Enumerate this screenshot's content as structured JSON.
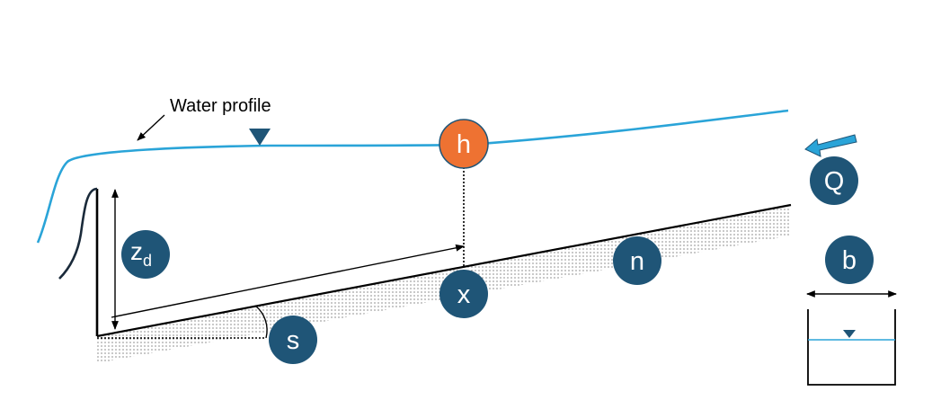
{
  "annotation": {
    "text": "Water profile"
  },
  "variables": {
    "h": {
      "symbol": "h"
    },
    "Q": {
      "symbol": "Q"
    },
    "zd": {
      "symbol": "z",
      "subscript": "d"
    },
    "n": {
      "symbol": "n"
    },
    "b": {
      "symbol": "b"
    },
    "x": {
      "symbol": "x"
    },
    "s": {
      "symbol": "s"
    }
  },
  "colors": {
    "water": "#2aa4d8",
    "node": "#1f5577",
    "highlight": "#ee7232",
    "triangle": "#1f5577",
    "line": "#000000"
  }
}
